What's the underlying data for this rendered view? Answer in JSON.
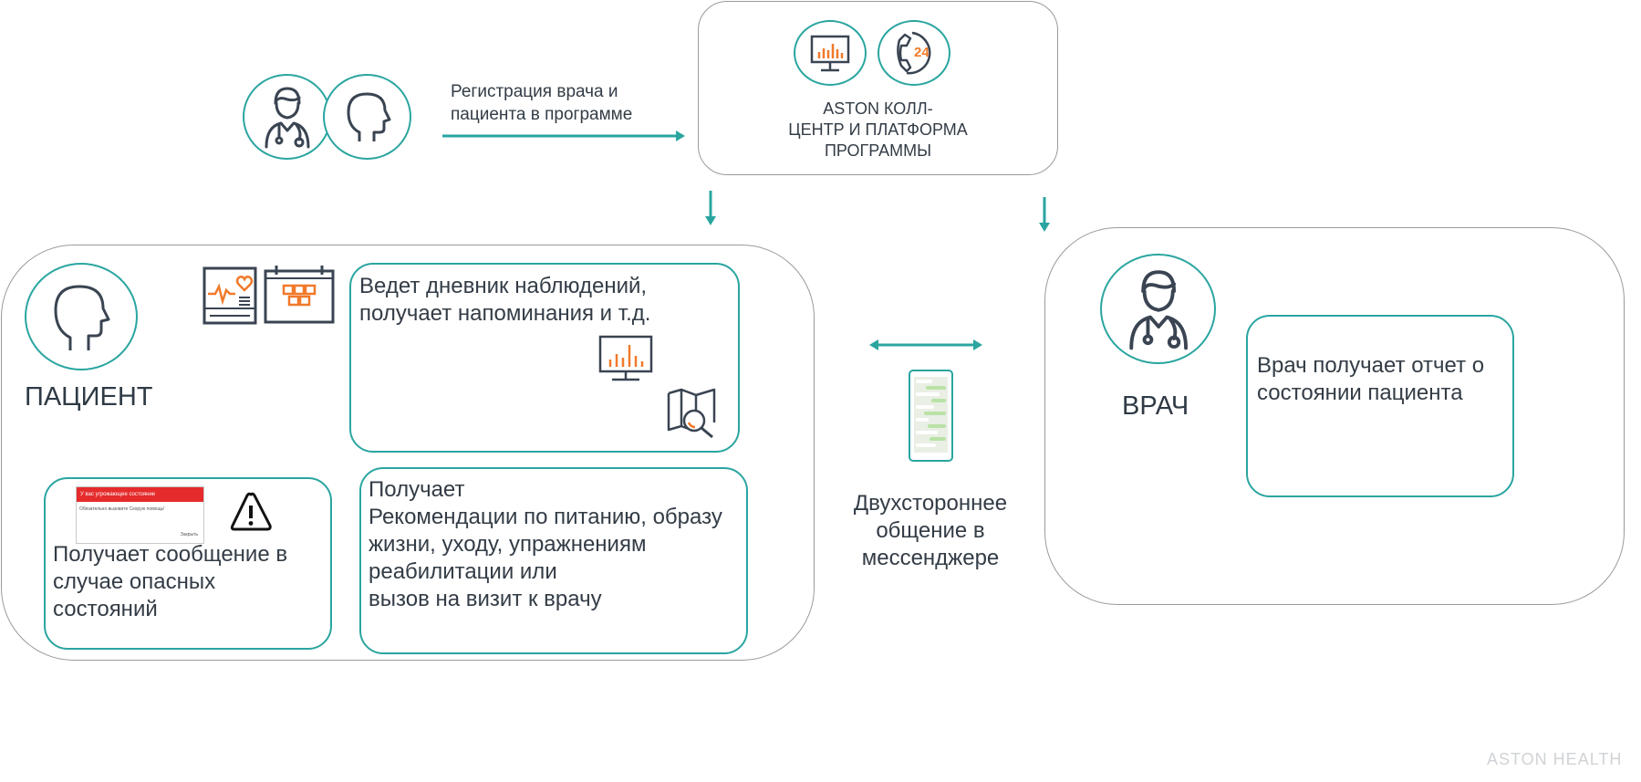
{
  "registration": {
    "label": "Регистрация врача и\nпациента в программе"
  },
  "callcenter": {
    "title": "ASTON КОЛЛ-\nЦЕНТР И ПЛАТФОРМА\nПРОГРАММЫ",
    "clock_label": "24"
  },
  "patient": {
    "title": "ПАЦИЕНТ",
    "diary_text": "Ведет дневник наблюдений,\nполучает напоминания и т.д.",
    "alert_text": "Получает сообщение в\nслучае опасных\nсостояний",
    "alert_card": {
      "header": "У вас угрожающее состояние",
      "body": "Обязательно вызовите Скорую помощь!",
      "button": "Закрыть"
    },
    "recommendations_text": "Получает\nРекомендации по питанию, образу\nжизни, уходу, упражнениям\nреабилитации или\nвызов на визит к врачу"
  },
  "messenger": {
    "label": "Двухстороннее\nобщение в\nмессенджере"
  },
  "doctor": {
    "title": "ВРАЧ",
    "report_text": "Врач получает отчет о\nсостоянии пациента"
  },
  "footer": {
    "brand": "ASTON HEALTH"
  },
  "colors": {
    "teal": "#2aa5a0",
    "orange": "#f07a2a",
    "dark": "#3a4452",
    "alert_red": "#e52b2b"
  }
}
